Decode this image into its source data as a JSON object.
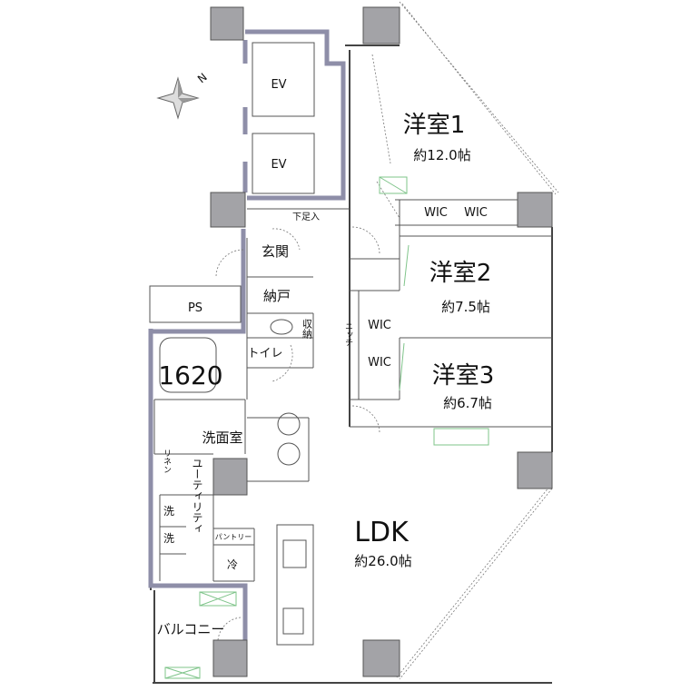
{
  "compass": {
    "north_label": "N"
  },
  "rooms": {
    "western1": {
      "name": "洋室1",
      "size": "約12.0帖"
    },
    "western2": {
      "name": "洋室2",
      "size": "約7.5帖"
    },
    "western3": {
      "name": "洋室3",
      "size": "約6.7帖"
    },
    "ldk": {
      "name": "LDK",
      "size": "約26.0帖"
    },
    "wic": [
      "WIC",
      "WIC",
      "WIC",
      "WIC"
    ],
    "entrance": "玄関",
    "shoe_storage": "下足入",
    "closet": "納戸",
    "toilet": "トイレ",
    "storage": "収納",
    "niche": "ニッチ",
    "bath": "1620",
    "washroom": "洗面室",
    "linen": "リネン",
    "washer": [
      "洗",
      "洗"
    ],
    "utility": "ユーティリティ",
    "pantry": "パントリー",
    "fridge": "冷",
    "balcony": "バルコニー",
    "ps": "PS",
    "elevators": [
      "EV",
      "EV"
    ]
  },
  "colors": {
    "column": "#a3a3a7",
    "wall_accent": "#8e8ea8",
    "fixture_green": "#7fc48a"
  }
}
